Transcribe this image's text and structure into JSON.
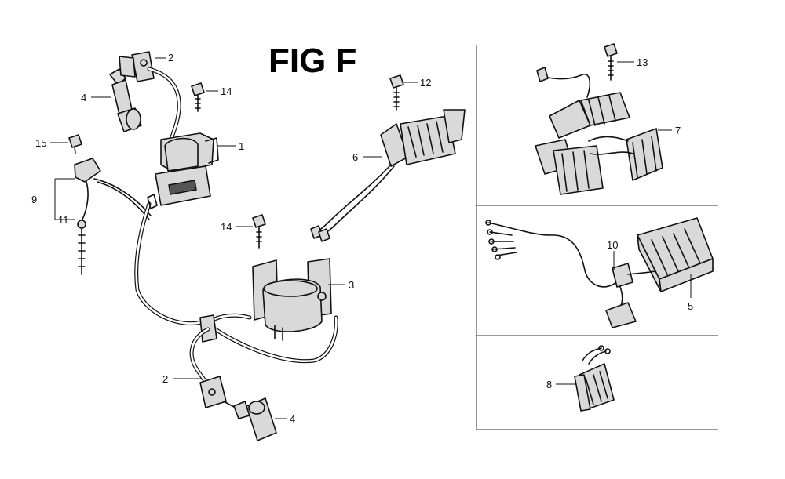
{
  "figure": {
    "title": "FIG F"
  },
  "callouts": {
    "c1": "1",
    "c2_top": "2",
    "c2_bottom": "2",
    "c3": "3",
    "c4_top": "4",
    "c4_bottom": "4",
    "c5": "5",
    "c6": "6",
    "c7": "7",
    "c8": "8",
    "c9": "9",
    "c10": "10",
    "c11": "11",
    "c12": "12",
    "c13": "13",
    "c14_top": "14",
    "c14_mid": "14",
    "c15": "15"
  }
}
